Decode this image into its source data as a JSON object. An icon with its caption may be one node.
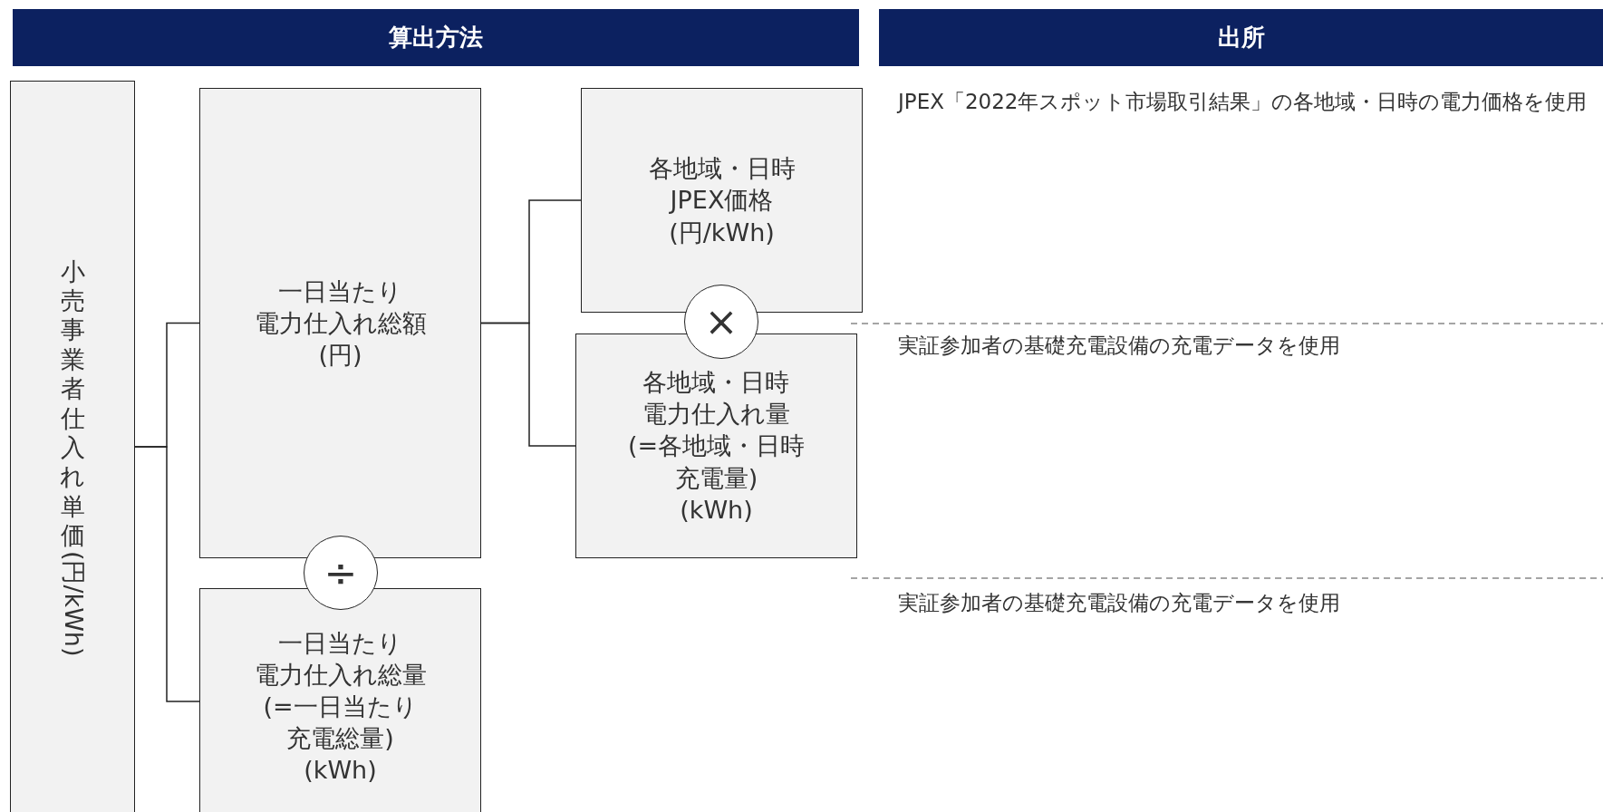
{
  "diagram": {
    "nodes": [
      {
        "text": [
          "算出方法"
        ]
      },
      {
        "text": [
          "出所"
        ]
      },
      {
        "text": [
          "小売事業者仕入れ単価(円/kWh)"
        ]
      },
      {
        "text": [
          "一日当たり電力仕入れ総額(円)"
        ]
      },
      {
        "text": [
          "各地域・日時JPEX価格(円/kWh)"
        ]
      },
      {
        "text": [
          "×"
        ]
      },
      {
        "text": [
          "各地域・日時電力仕入れ量(=各地域・日時充電量)(kWh)"
        ]
      },
      {
        "text": [
          "÷"
        ]
      },
      {
        "text": [
          "一日当たり電力仕入れ総量(=一日当たり充電総量)(kWh)"
        ]
      }
    ],
    "edges": [
      {
        "from": 2,
        "to": 3,
        "arrow": "none"
      },
      {
        "from": 2,
        "to": 8,
        "arrow": "none"
      },
      {
        "from": 3,
        "to": 4,
        "arrow": "none"
      },
      {
        "from": 3,
        "to": 6,
        "arrow": "none"
      }
    ],
    "labels": [
      "JPEX「2022年スポット市場取引結果」の各地域・日時の電力価格を使用",
      "実証参加者の基礎充電設備の充電データを使用",
      "実証参加者の基礎充電設備の充電データを使用"
    ]
  }
}
